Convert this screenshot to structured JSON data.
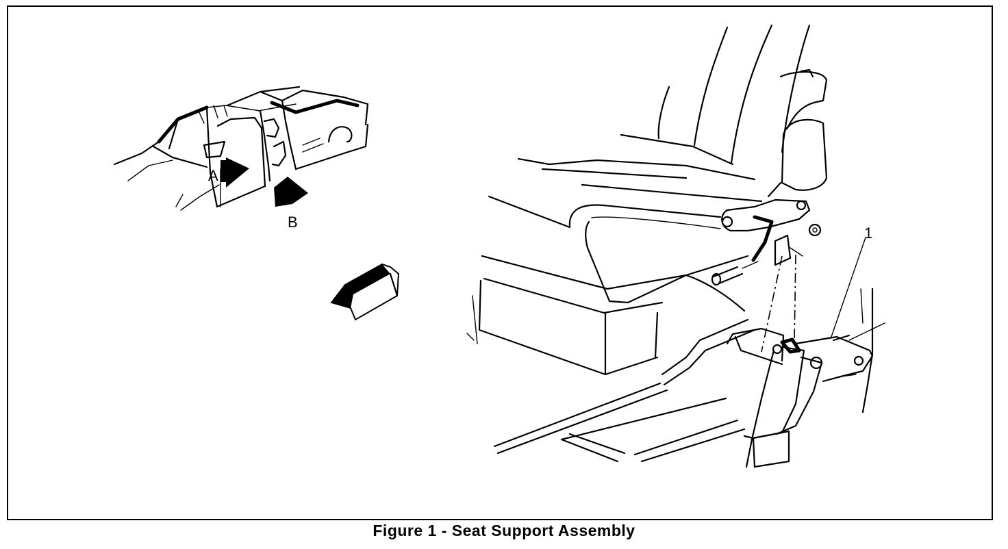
{
  "figure": {
    "caption": "Figure 1 - Seat Support Assembly",
    "view_label_a": "A",
    "view_label_b": "B",
    "callout_1": "1"
  }
}
